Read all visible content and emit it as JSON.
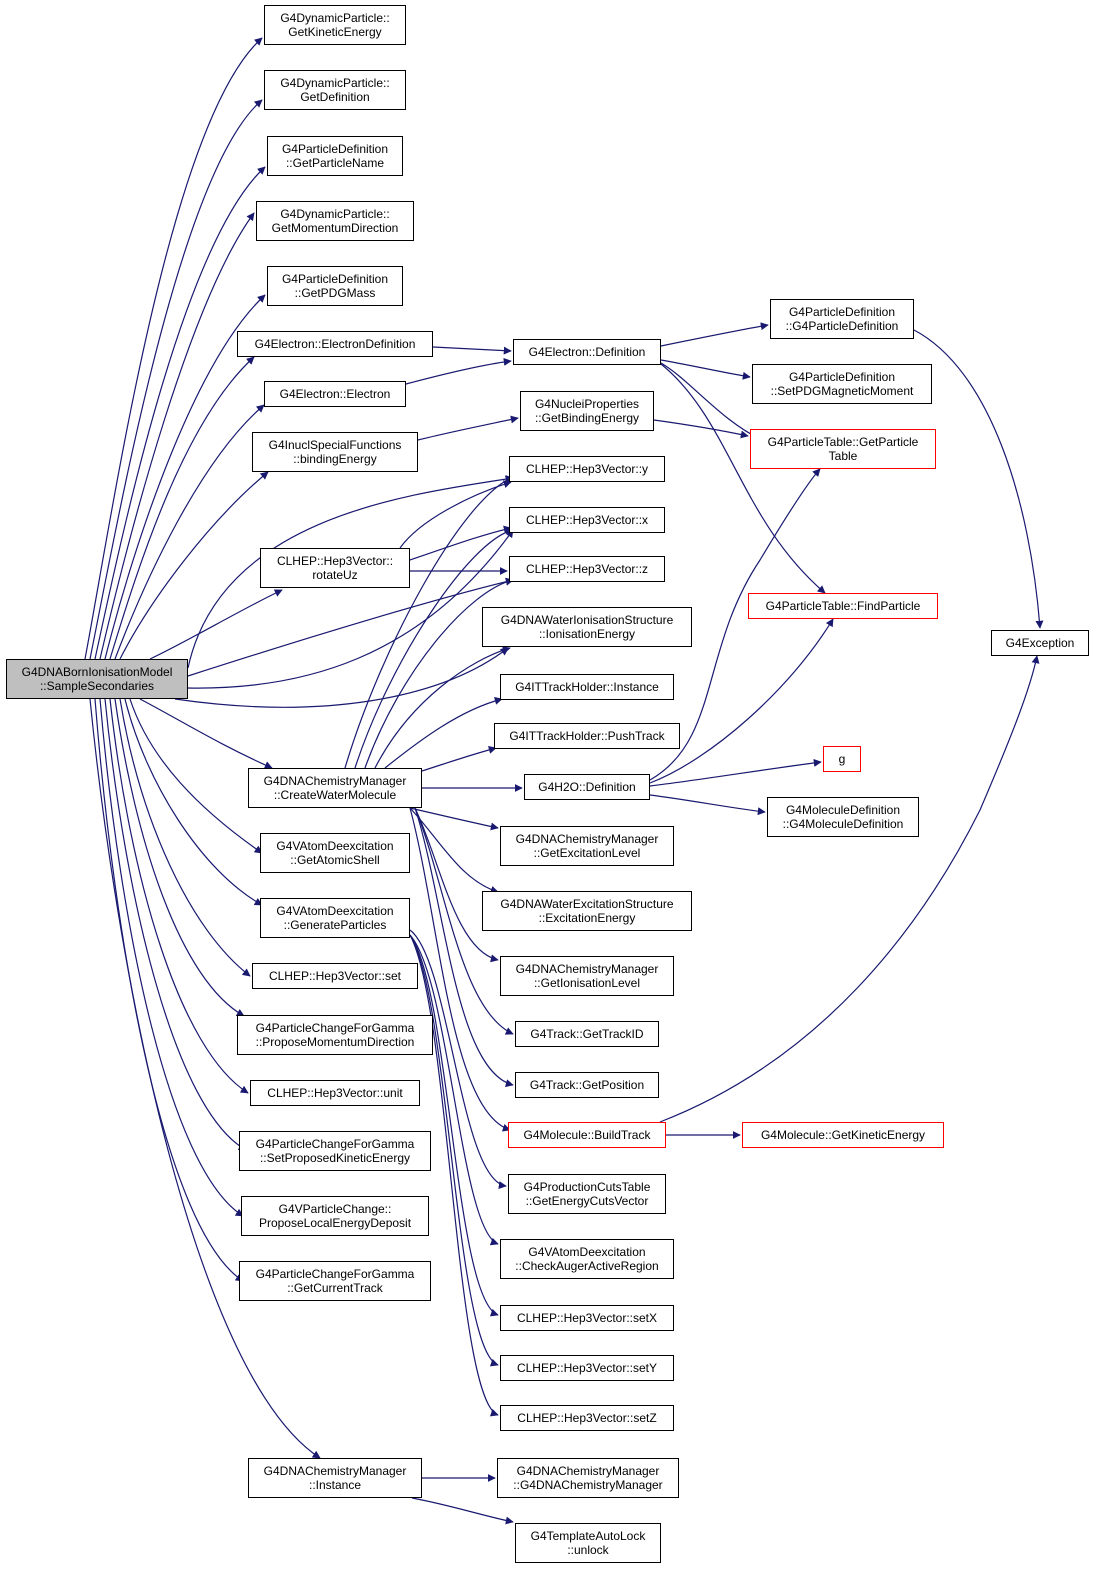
{
  "colors": {
    "edge": "#191970",
    "node_border": "#000000",
    "red_border": "#ff0000",
    "root_fill": "#bfbfbf"
  },
  "nodes": {
    "root": {
      "label": "G4DNABornIonisationModel\n::SampleSecondaries"
    },
    "n1": {
      "label": "G4DynamicParticle::\nGetKineticEnergy"
    },
    "n2": {
      "label": "G4DynamicParticle::\nGetDefinition"
    },
    "n3": {
      "label": "G4ParticleDefinition\n::GetParticleName"
    },
    "n4": {
      "label": "G4DynamicParticle::\nGetMomentumDirection"
    },
    "n5": {
      "label": "G4ParticleDefinition\n::GetPDGMass"
    },
    "n6": {
      "label": "G4Electron::ElectronDefinition"
    },
    "n7": {
      "label": "G4Electron::Electron"
    },
    "n8": {
      "label": "G4InuclSpecialFunctions\n::bindingEnergy"
    },
    "n9": {
      "label": "CLHEP::Hep3Vector::\nrotateUz"
    },
    "n10": {
      "label": "G4DNAChemistryManager\n::CreateWaterMolecule"
    },
    "n11": {
      "label": "G4VAtomDeexcitation\n::GetAtomicShell"
    },
    "n12": {
      "label": "G4VAtomDeexcitation\n::GenerateParticles"
    },
    "n13": {
      "label": "CLHEP::Hep3Vector::set"
    },
    "n14": {
      "label": "G4ParticleChangeForGamma\n::ProposeMomentumDirection"
    },
    "n15": {
      "label": "CLHEP::Hep3Vector::unit"
    },
    "n16": {
      "label": "G4ParticleChangeForGamma\n::SetProposedKineticEnergy"
    },
    "n17": {
      "label": "G4VParticleChange::\nProposeLocalEnergyDeposit"
    },
    "n18": {
      "label": "G4ParticleChangeForGamma\n::GetCurrentTrack"
    },
    "n19": {
      "label": "G4DNAChemistryManager\n::Instance"
    },
    "m1": {
      "label": "G4Electron::Definition"
    },
    "m2": {
      "label": "G4NucleiProperties\n::GetBindingEnergy"
    },
    "m3": {
      "label": "CLHEP::Hep3Vector::y"
    },
    "m4": {
      "label": "CLHEP::Hep3Vector::x"
    },
    "m5": {
      "label": "CLHEP::Hep3Vector::z"
    },
    "m6": {
      "label": "G4DNAWaterIonisationStructure\n::IonisationEnergy"
    },
    "m7": {
      "label": "G4ITTrackHolder::Instance"
    },
    "m8": {
      "label": "G4ITTrackHolder::PushTrack"
    },
    "m9": {
      "label": "G4H2O::Definition"
    },
    "m10": {
      "label": "G4DNAChemistryManager\n::GetExcitationLevel"
    },
    "m11": {
      "label": "G4DNAWaterExcitationStructure\n::ExcitationEnergy"
    },
    "m12": {
      "label": "G4DNAChemistryManager\n::GetIonisationLevel"
    },
    "m13": {
      "label": "G4Track::GetTrackID"
    },
    "m14": {
      "label": "G4Track::GetPosition"
    },
    "m15": {
      "label": "G4Molecule::BuildTrack"
    },
    "m16": {
      "label": "G4ProductionCutsTable\n::GetEnergyCutsVector"
    },
    "m17": {
      "label": "G4VAtomDeexcitation\n::CheckAugerActiveRegion"
    },
    "m18": {
      "label": "CLHEP::Hep3Vector::setX"
    },
    "m19": {
      "label": "CLHEP::Hep3Vector::setY"
    },
    "m20": {
      "label": "CLHEP::Hep3Vector::setZ"
    },
    "m21": {
      "label": "G4DNAChemistryManager\n::G4DNAChemistryManager"
    },
    "m22": {
      "label": "G4TemplateAutoLock\n::unlock"
    },
    "r1": {
      "label": "G4ParticleDefinition\n::G4ParticleDefinition"
    },
    "r2": {
      "label": "G4ParticleDefinition\n::SetPDGMagneticMoment"
    },
    "r3": {
      "label": "G4ParticleTable::GetParticle\nTable"
    },
    "r4": {
      "label": "G4ParticleTable::FindParticle"
    },
    "r5": {
      "label": "g"
    },
    "r6": {
      "label": "G4MoleculeDefinition\n::G4MoleculeDefinition"
    },
    "r7": {
      "label": "G4Molecule::GetKineticEnergy"
    },
    "x1": {
      "label": "G4Exception"
    }
  }
}
